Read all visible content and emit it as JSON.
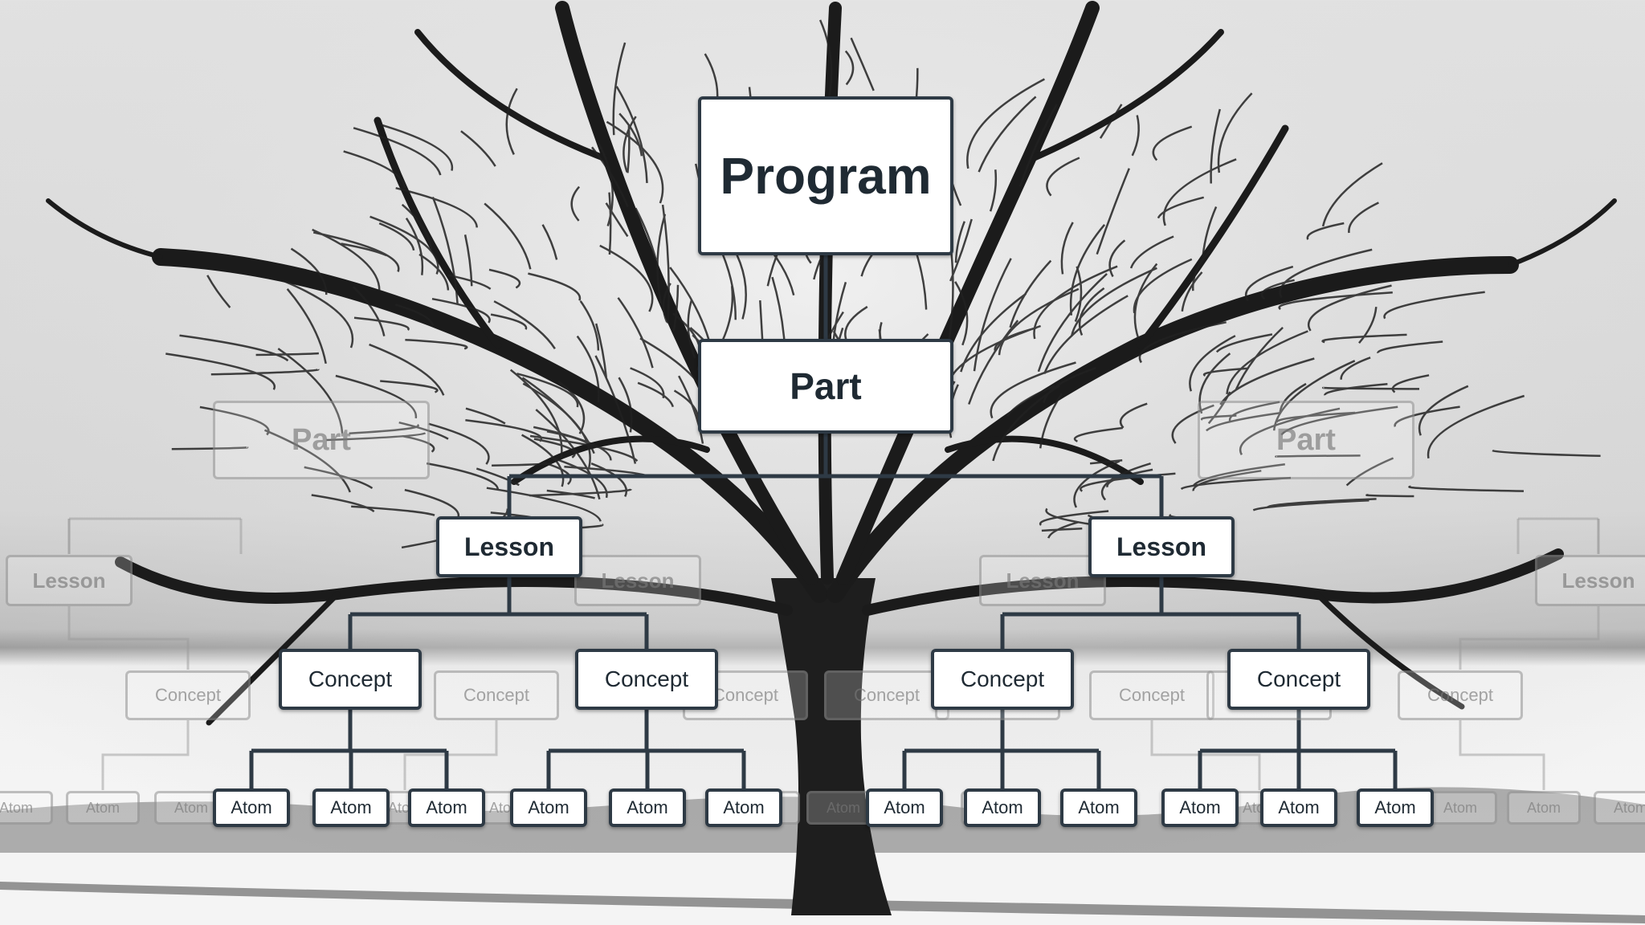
{
  "colors": {
    "node_border": "#2e3a45",
    "node_fill": "#ffffff",
    "node_text": "#1f2a33",
    "connector": "#2e3a45",
    "ghost_border": "#9a9a9a",
    "ghost_text": "#8a8a8a"
  },
  "background": {
    "description_icon": "bare-tree-winter-photo"
  },
  "diagram": {
    "program": "Program",
    "part": "Part",
    "lessons": [
      "Lesson",
      "Lesson"
    ],
    "concepts": [
      "Concept",
      "Concept",
      "Concept",
      "Concept"
    ],
    "atoms": [
      "Atom",
      "Atom",
      "Atom",
      "Atom",
      "Atom",
      "Atom",
      "Atom",
      "Atom",
      "Atom",
      "Atom",
      "Atom",
      "Atom"
    ]
  },
  "ghost_diagram": {
    "parts": [
      "Part",
      "Part"
    ],
    "lessons": [
      "Lesson",
      "Lesson",
      "Lesson",
      "Lesson"
    ],
    "concepts": [
      "Concept",
      "Concept",
      "Concept",
      "Concept",
      "Concept",
      "Concept",
      "Concept",
      "Concept"
    ],
    "atoms": [
      "Atom",
      "Atom",
      "Atom",
      "Atom",
      "Atom",
      "Atom",
      "Atom",
      "Atom",
      "Atom",
      "Atom",
      "Atom",
      "Atom",
      "Atom"
    ]
  }
}
